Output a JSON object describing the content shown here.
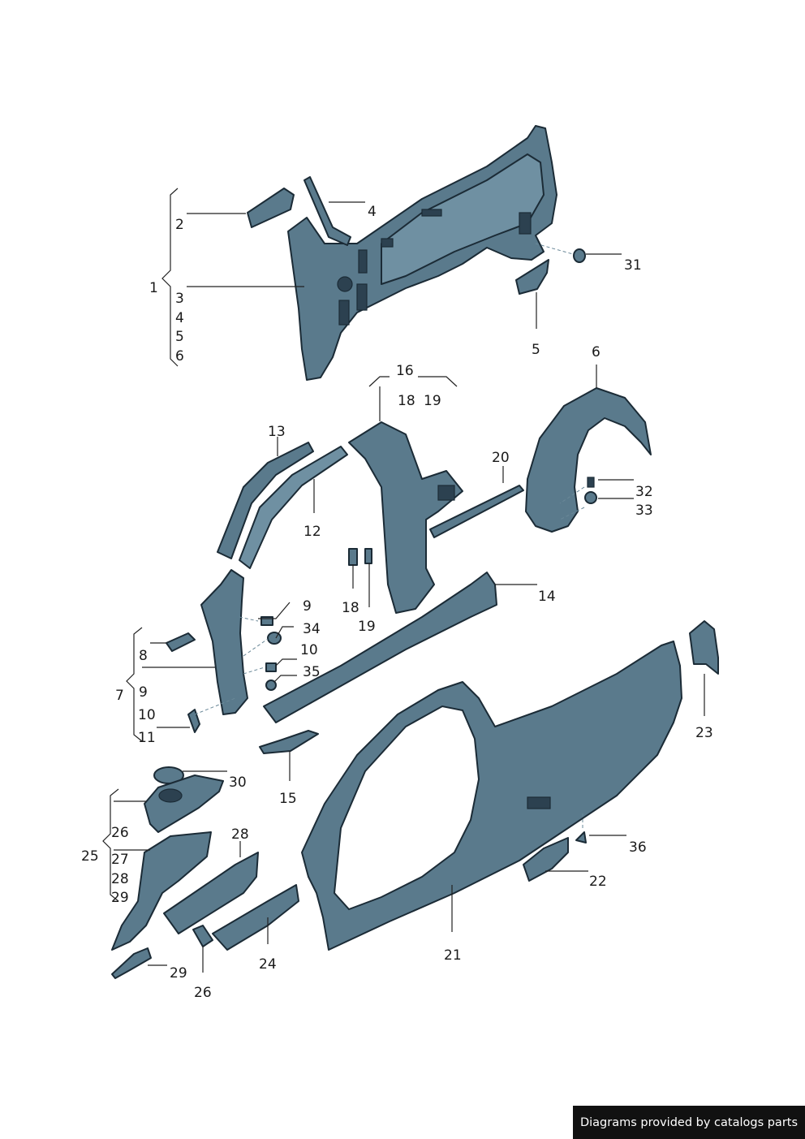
{
  "labels": {
    "l1": "1",
    "l2": "2",
    "l3": "3",
    "l4a": "4",
    "l4b": "4",
    "l5a": "5",
    "l5b": "5",
    "l6a": "6",
    "l6b": "6",
    "l7": "7",
    "l8": "8",
    "l9a": "9",
    "l9b": "9",
    "l10a": "10",
    "l10b": "10",
    "l11": "11",
    "l12": "12",
    "l13": "13",
    "l14": "14",
    "l15": "15",
    "l16": "16",
    "l18a": "18",
    "l18b": "18",
    "l19a": "19",
    "l19b": "19",
    "l20": "20",
    "l21": "21",
    "l22": "22",
    "l23": "23",
    "l24": "24",
    "l25": "25",
    "l26a": "26",
    "l26b": "26",
    "l27": "27",
    "l28a": "28",
    "l28b": "28",
    "l29a": "29",
    "l29b": "29",
    "l30": "30",
    "l31": "31",
    "l32": "32",
    "l33": "33",
    "l34": "34",
    "l35": "35",
    "l36": "36"
  },
  "footer": {
    "text": "Diagrams provided by catalogs parts"
  },
  "colors": {
    "part_fill": "#5a7a8c",
    "outline": "#1b2b36",
    "footer_bg": "#111111"
  }
}
